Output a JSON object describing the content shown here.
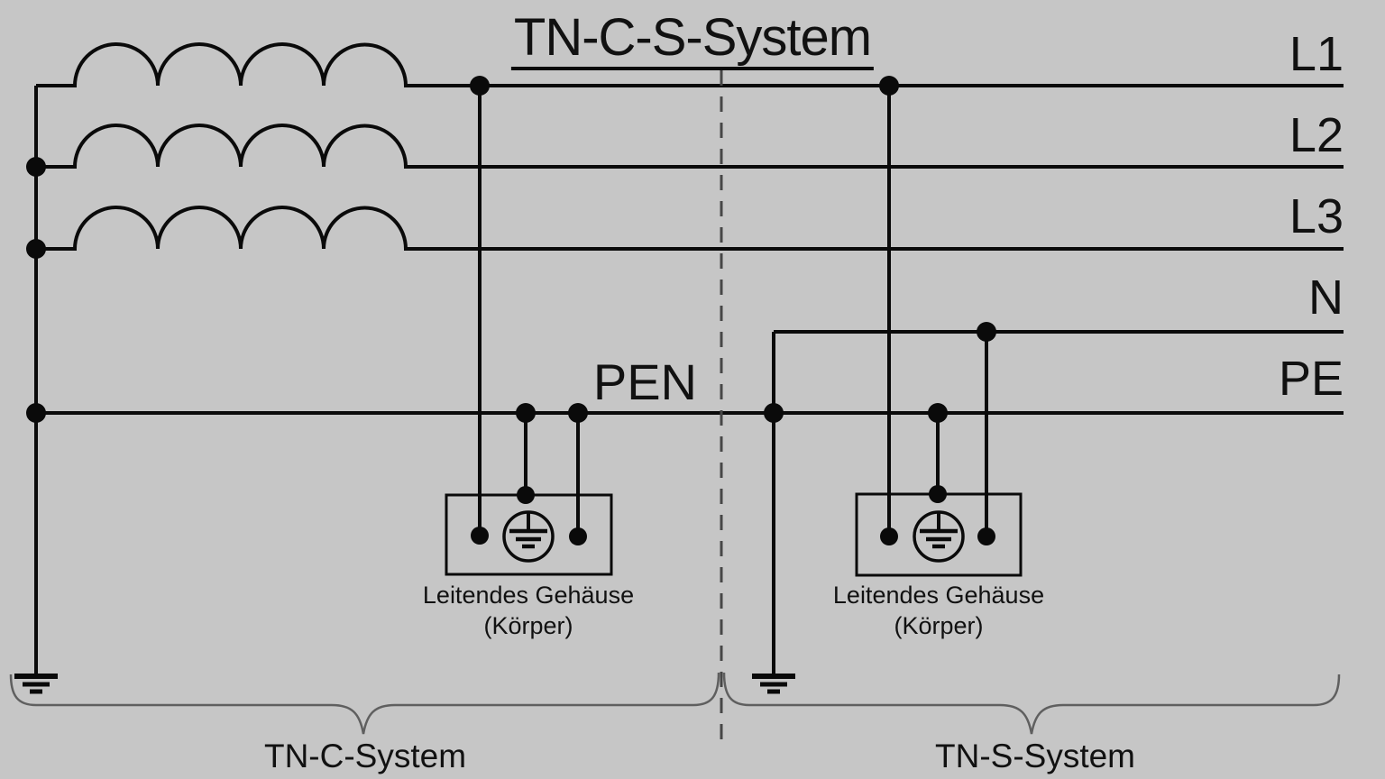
{
  "title": "TN-C-S-System",
  "conductors": {
    "l1": "L1",
    "l2": "L2",
    "l3": "L3",
    "n": "N",
    "pe": "PE",
    "pen": "PEN"
  },
  "enclosures": {
    "left": {
      "line1": "Leitendes Gehäuse",
      "line2": "(Körper)"
    },
    "right": {
      "line1": "Leitendes Gehäuse",
      "line2": "(Körper)"
    }
  },
  "sections": {
    "left": "TN-C-System",
    "right": "TN-S-System"
  },
  "colors": {
    "background": "#c6c6c6",
    "line": "#0a0a0a",
    "text": "#111111",
    "divider": "#474747",
    "brace": "#5f5f5f"
  }
}
